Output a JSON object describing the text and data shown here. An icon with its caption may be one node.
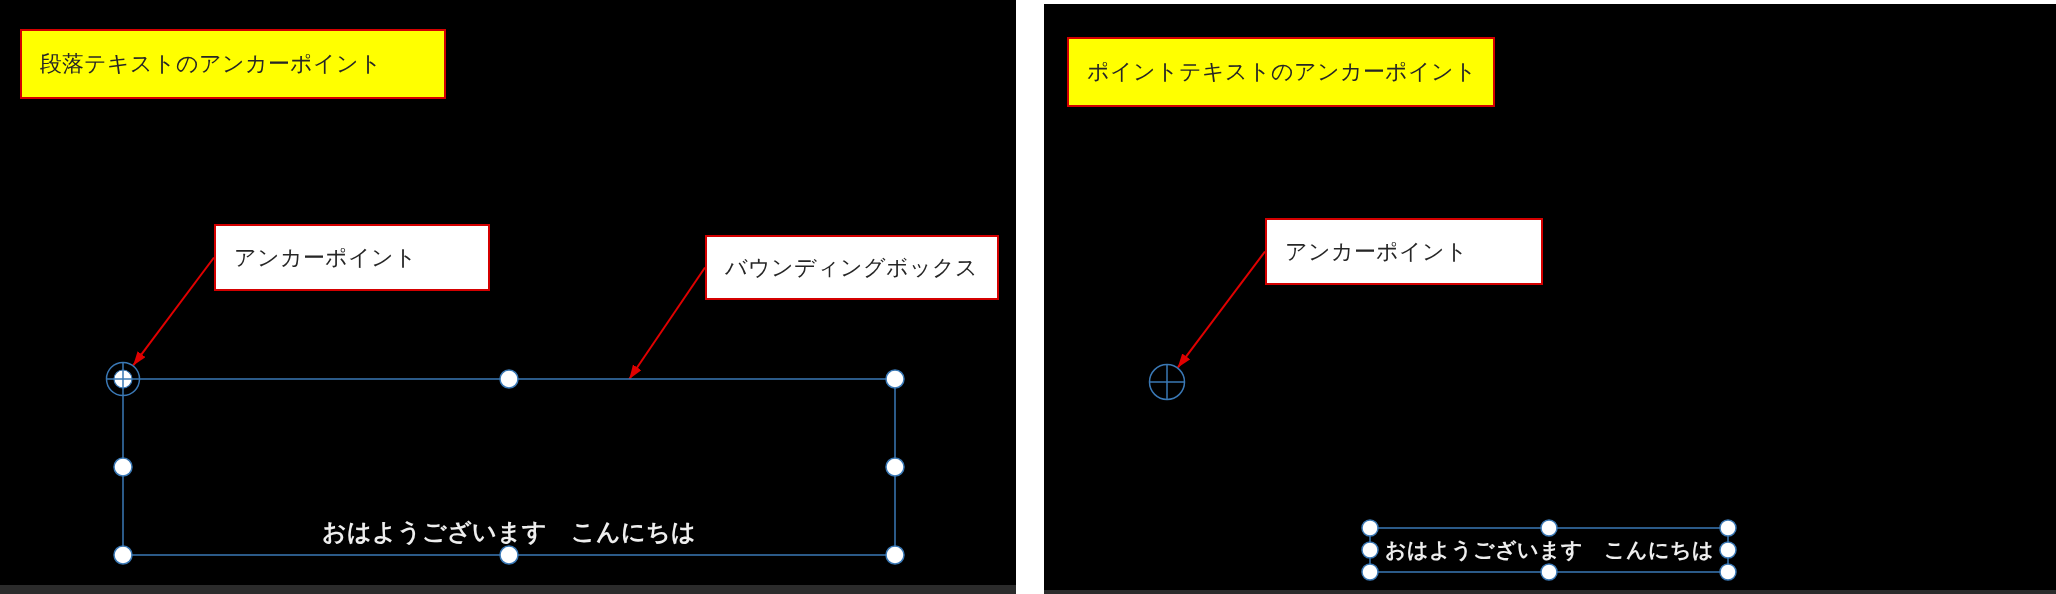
{
  "diagram": {
    "nodes": [
      {
        "text": [
          "段落テキストのアンカーポイント"
        ]
      },
      {
        "text": [
          "アンカーポイント"
        ]
      },
      {
        "text": [
          "バウンディングボックス"
        ]
      },
      {
        "text": [],
        "shape": "circle"
      },
      {
        "text": [
          "おはようございます　こんにちは"
        ]
      },
      {
        "text": [
          "ポイントテキストのアンカーポイント"
        ]
      },
      {
        "text": [
          "アンカーポイント"
        ]
      },
      {
        "text": [],
        "shape": "circle"
      },
      {
        "text": [
          "おはようございます　こんにちは"
        ]
      }
    ],
    "edges": [
      {
        "from": 1,
        "to": 3,
        "arrow": "to"
      },
      {
        "from": 2,
        "to": 4,
        "arrow": "to"
      },
      {
        "from": 6,
        "to": 7,
        "arrow": "to"
      }
    ]
  }
}
